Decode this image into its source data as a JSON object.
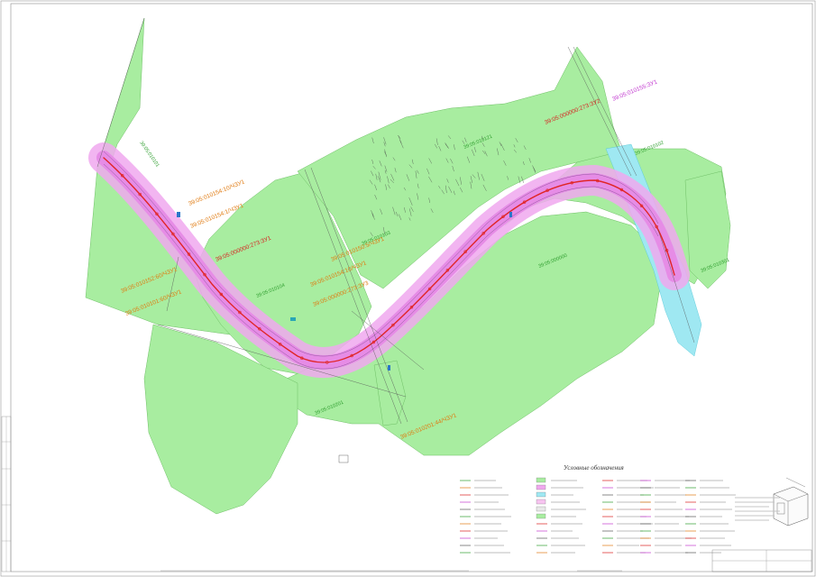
{
  "colors": {
    "land": "#a8eda0",
    "land_stroke": "#6fbf66",
    "corridor": "#f0a8ee",
    "corridor_core": "#e68ce6",
    "road_red": "#e02626",
    "cyan_zone": "#9fe8f2",
    "label_green": "#2f9e2f",
    "label_orange": "#e07a10",
    "label_red": "#d81e1e",
    "label_magenta": "#c23bd0"
  },
  "parcel_labels": [
    {
      "id": "p1",
      "text": "39:05:010101",
      "color": "green"
    },
    {
      "id": "p2",
      "text": "39:05:010121",
      "color": "green"
    },
    {
      "id": "p3",
      "text": "39:05:010103",
      "color": "green"
    },
    {
      "id": "p4",
      "text": "39:05:010104",
      "color": "green"
    },
    {
      "id": "p5",
      "text": "39:05:010102",
      "color": "green"
    },
    {
      "id": "p6",
      "text": "39:05:010201",
      "color": "green"
    },
    {
      "id": "p7",
      "text": "39:05:010301",
      "color": "green"
    },
    {
      "id": "p8",
      "text": "39:05:000000",
      "color": "green"
    }
  ],
  "cadastral_labels": [
    {
      "id": "c1",
      "text": "39:05:010154:10/ЧЗУ1",
      "color": "orange"
    },
    {
      "id": "c2",
      "text": "39:05:010154:1/ЧЗУ1",
      "color": "orange"
    },
    {
      "id": "c3",
      "text": "39:05:000000:273:ЗУ1",
      "color": "red"
    },
    {
      "id": "c4",
      "text": "39:05:010150:5/ЧЗУ1",
      "color": "orange"
    },
    {
      "id": "c5",
      "text": "39:05:010154:10/ЧЗУ1",
      "color": "orange"
    },
    {
      "id": "c6",
      "text": "39:05:000000:273:ЗУ3",
      "color": "orange"
    },
    {
      "id": "c7",
      "text": "39:05:000000:273:ЗУ2",
      "color": "red"
    },
    {
      "id": "c8",
      "text": "39:05:010155:ЗУ1",
      "color": "magenta"
    },
    {
      "id": "c9",
      "text": "39:05:010201:44/ЧЗУ1",
      "color": "orange"
    },
    {
      "id": "c10",
      "text": "39:05:010152:60/ЧЗУ1",
      "color": "orange"
    },
    {
      "id": "c11",
      "text": "39:05:010101:60/ЧЗУ1",
      "color": "orange"
    }
  ],
  "legend": {
    "title": "Условные обозначения"
  }
}
